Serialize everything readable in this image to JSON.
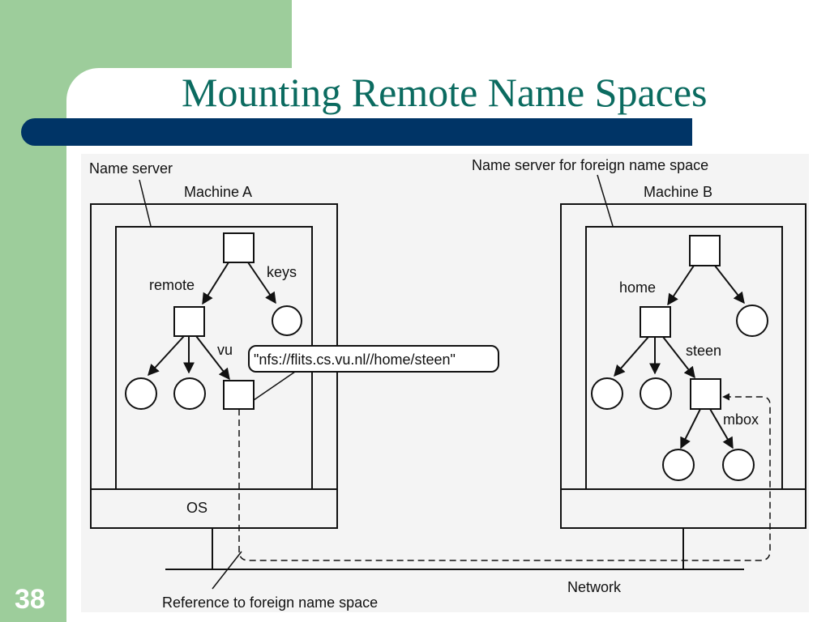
{
  "slide": {
    "title": "Mounting Remote Name Spaces",
    "number": "38"
  },
  "diagram": {
    "machine_a": {
      "caption": "Name server",
      "label": "Machine A",
      "os_label": "OS",
      "edges": {
        "remote": "remote",
        "keys": "keys",
        "vu": "vu"
      },
      "mount_reference": "\"nfs://flits.cs.vu.nl//home/steen\""
    },
    "machine_b": {
      "caption": "Name server for foreign name space",
      "label": "Machine B",
      "edges": {
        "home": "home",
        "steen": "steen",
        "mbox": "mbox"
      }
    },
    "network_label": "Network",
    "reference_label": "Reference to foreign name space"
  }
}
